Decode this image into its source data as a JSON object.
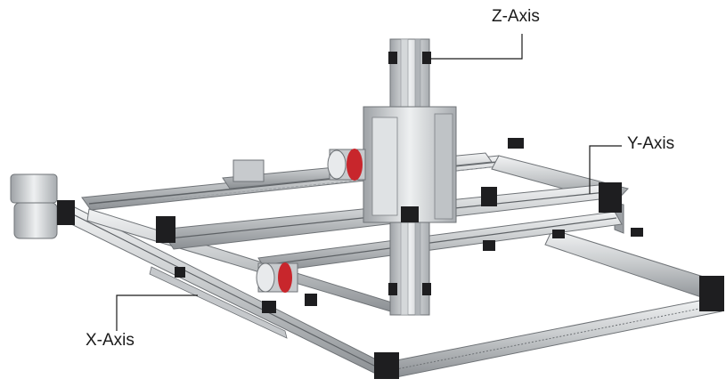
{
  "labels": {
    "z_axis": "Z-Axis",
    "y_axis": "Y-Axis",
    "x_axis": "X-Axis"
  },
  "colors": {
    "aluminum_light": "#e4e6e8",
    "aluminum_mid": "#b9bcbf",
    "aluminum_dark": "#7d8185",
    "black_parts": "#1e1e20",
    "motor_accent": "#c8262c",
    "leader_line": "#1a1a1a"
  },
  "icons": [
    "x-axis-rail",
    "y-axis-beam",
    "z-axis-column",
    "servo-motor",
    "gearbox",
    "corner-bracket"
  ]
}
